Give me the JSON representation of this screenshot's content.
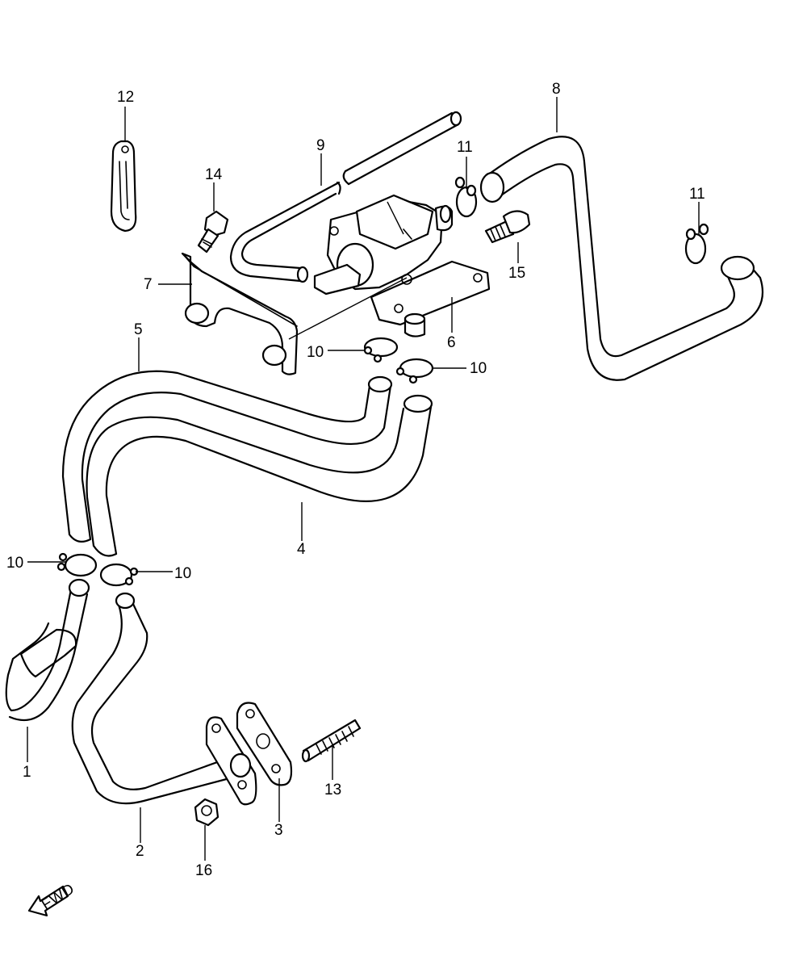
{
  "labels": {
    "p1": "1",
    "p2": "2",
    "p3": "3",
    "p4": "4",
    "p5": "5",
    "p6": "6",
    "p7": "7",
    "p8": "8",
    "p9": "9",
    "p10a": "10",
    "p10b": "10",
    "p10c": "10",
    "p10d": "10",
    "p11a": "11",
    "p11b": "11",
    "p12": "12",
    "p13": "13",
    "p14": "14",
    "p15": "15",
    "p16": "16"
  },
  "fwd_label": "FWD",
  "fwd_icon": "fwd-arrow-icon"
}
